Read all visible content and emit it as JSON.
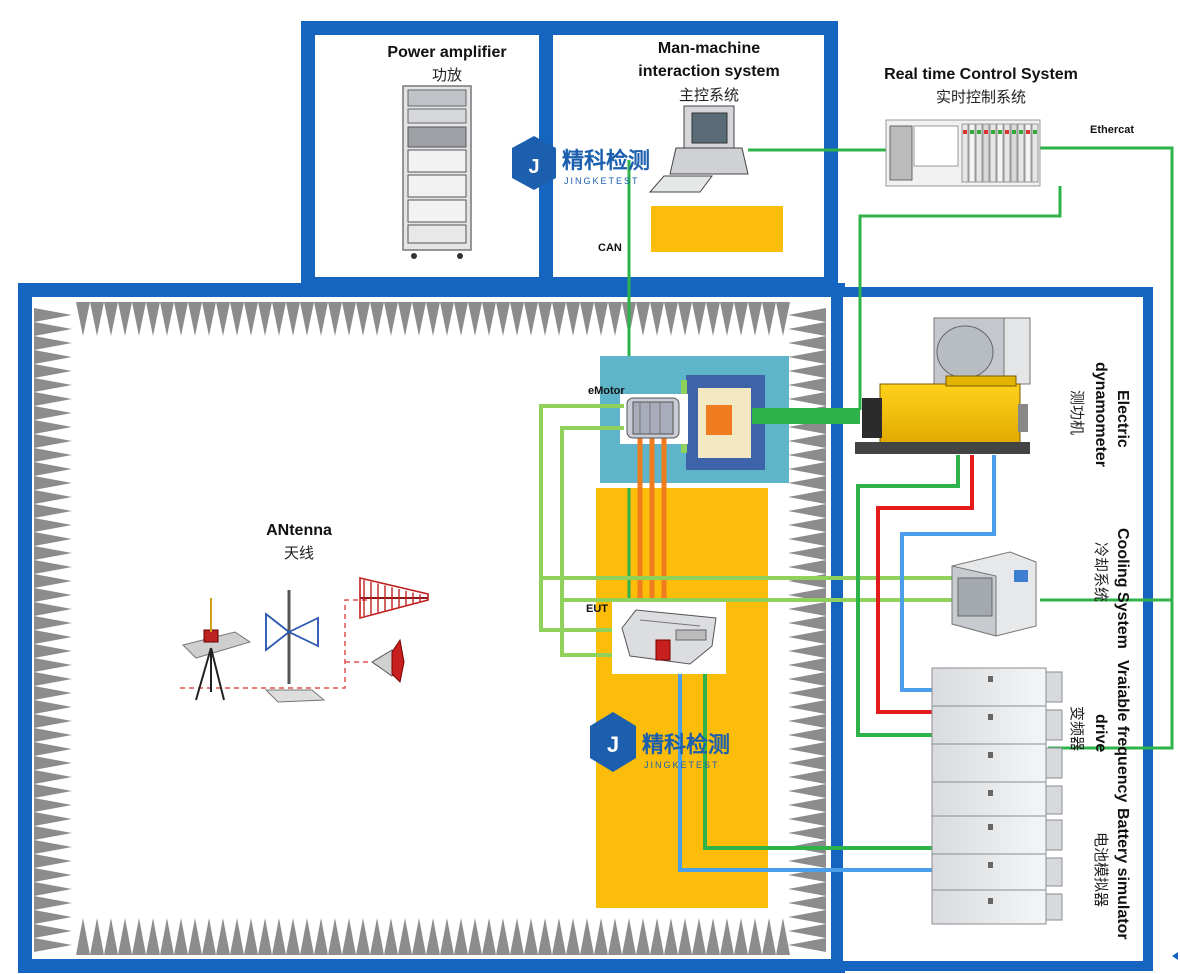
{
  "colors": {
    "wall_blue": "#1565c0",
    "absorber_grey": "#8c8c8c",
    "table_yellow": "#fbbd0a",
    "mount_teal": "#5eb4c9",
    "can_green": "#2db34a",
    "cable_lightgreen": "#8fd15a",
    "phase_orange": "#f07c20",
    "water_red": "#e31b1b",
    "water_blue": "#4a9fe8"
  },
  "labels": {
    "power_amplifier_en": "Power amplifier",
    "power_amplifier_cn": "功放",
    "hmi_en_1": "Man-machine",
    "hmi_en_2": "interaction system",
    "hmi_cn": "主控系统",
    "rtcs_en": "Real time Control System",
    "rtcs_cn": "实时控制系统",
    "ethercat": "Ethercat",
    "can": "CAN",
    "emotor": "eMotor",
    "eut": "EUT",
    "antenna_en": "ANtenna",
    "antenna_cn": "天线",
    "dyno_en_1": "Electric",
    "dyno_en_2": "dynamometer",
    "dyno_cn": "测功机",
    "cooling_en": "Cooling System",
    "cooling_cn": "冷却系统",
    "vfd_en_1": "Vraiable frequency",
    "vfd_en_2": "drive",
    "vfd_cn": "变频器",
    "battery_en": "Battery simulator",
    "battery_cn": "电池模拟器"
  },
  "logo": {
    "cn": "精科检测",
    "en": "JINGKETEST"
  },
  "icons": {
    "power_amplifier": "rack-cabinet-icon",
    "hmi": "desktop-computer-icon",
    "rtcs": "plc-module-icon",
    "antenna_mono": "monopole-antenna-icon",
    "antenna_bicon": "biconical-antenna-icon",
    "antenna_lpda": "log-periodic-antenna-icon",
    "antenna_horn": "horn-antenna-icon",
    "emotor": "electric-motor-icon",
    "eut": "inverter-unit-icon",
    "dyno": "dynamometer-icon",
    "cooling": "chiller-icon",
    "cabinet": "power-cabinet-icon",
    "logo": "jingke-logo-icon"
  }
}
